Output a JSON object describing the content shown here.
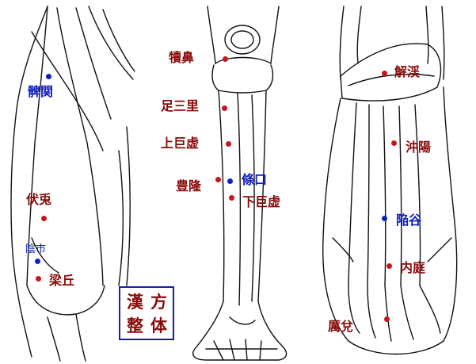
{
  "colors": {
    "yang_point": "#c8161e",
    "yin_point": "#1020c0",
    "label_red": "#8a0a0a",
    "label_blue": "#1020c0",
    "ink": "#111111"
  },
  "points": {
    "hikan": {
      "label": "髀関",
      "color": "blue"
    },
    "fukuto": {
      "label": "伏兎",
      "color": "red"
    },
    "inshi": {
      "label": "陰市",
      "color": "blue"
    },
    "ryokyu": {
      "label": "梁丘",
      "color": "red"
    },
    "tokubi": {
      "label": "犢鼻",
      "color": "red"
    },
    "ashisanri": {
      "label": "足三里",
      "color": "red"
    },
    "jokokyo": {
      "label": "上巨虚",
      "color": "red"
    },
    "horyu": {
      "label": "豊隆",
      "color": "red"
    },
    "jouko": {
      "label": "條口",
      "color": "blue"
    },
    "gekokyo": {
      "label": "下巨虚",
      "color": "red"
    },
    "kaikei": {
      "label": "解渓",
      "color": "red"
    },
    "shoyo": {
      "label": "沖陽",
      "color": "red"
    },
    "kankoku": {
      "label": "陥谷",
      "color": "blue"
    },
    "naitei": {
      "label": "内庭",
      "color": "red"
    },
    "reida": {
      "label": "厲兌",
      "color": "red"
    }
  },
  "badge": {
    "c1": "漢",
    "c2": "方",
    "c3": "整",
    "c4": "体"
  }
}
